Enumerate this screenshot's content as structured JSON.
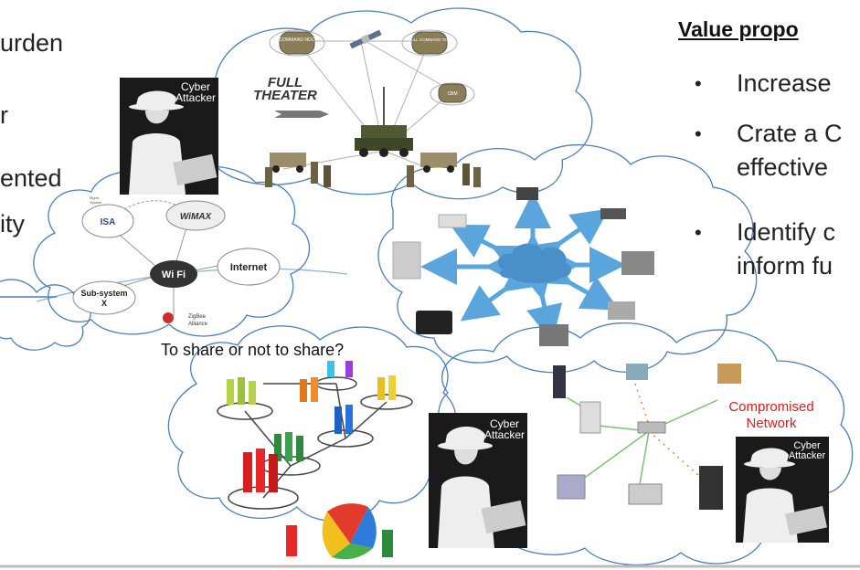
{
  "left_text": {
    "line1": "urden",
    "line2": "r",
    "line3": "ented",
    "line4": "ity"
  },
  "value_prop": {
    "title": "Value propo",
    "bullets": [
      {
        "line1": "Increase"
      },
      {
        "line1": "Crate a C",
        "line2": "effective"
      },
      {
        "line1": "Identify c",
        "line2": "inform fu"
      }
    ]
  },
  "attackers": {
    "label_line1": "Cyber",
    "label_line2": "Attacker"
  },
  "military": {
    "nodes": [
      "COMMAND NOC",
      "FULL COMMAND TOC",
      "CBM"
    ],
    "banner_line1": "FULL",
    "banner_line2": "THEATER"
  },
  "wireless": {
    "isa": "ISA",
    "wimax": "WiMAX",
    "wifi": "Wi Fi",
    "internet": "Internet",
    "subsystem_line1": "Sub-system",
    "subsystem_line2": "X",
    "zigbee_line1": "ZigBee",
    "zigbee_line2": "Alliance",
    "mgmt_line1": "Mgmt",
    "mgmt_line2": "System"
  },
  "sharing": {
    "caption": "To share or not to share?"
  },
  "compromised": {
    "line1": "Compromised",
    "line2": "Network"
  },
  "colors": {
    "cloud_stroke": "#4a7fb8",
    "arrow_blue": "#5aa6dc",
    "network_link": "#7cc26e",
    "dashed_link": "#d9844b",
    "red_label": "#e01b1b",
    "attacker_bg": "#1a1a1a"
  }
}
